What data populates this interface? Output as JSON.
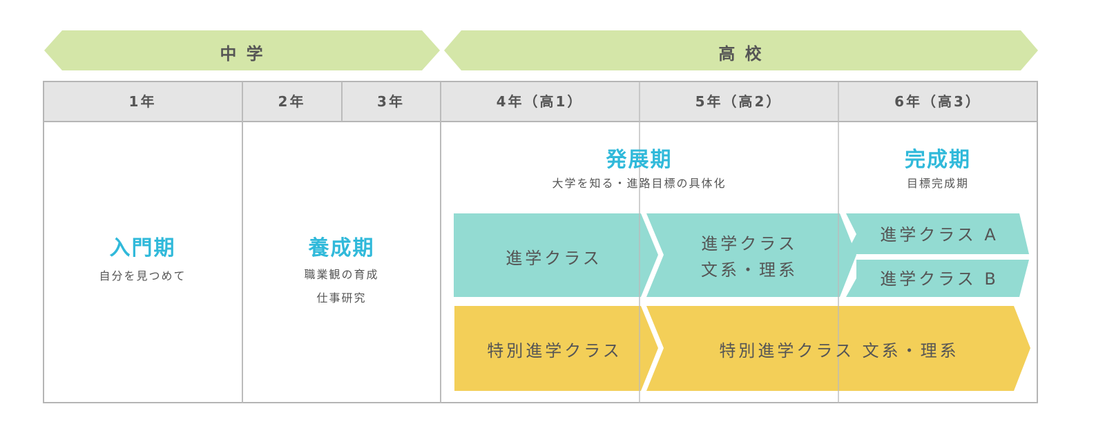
{
  "banners": {
    "junior": "中 学",
    "senior": "高 校"
  },
  "years": [
    "1年",
    "2年",
    "3年",
    "4年（高1）",
    "5年（高2）",
    "6年（高3）"
  ],
  "phases": {
    "entry": {
      "title": "入門期",
      "sub": "自分を見つめて"
    },
    "cultivation": {
      "title": "養成期",
      "sub1": "職業観の育成",
      "sub2": "仕事研究"
    },
    "development": {
      "title": "発展期",
      "sub": "大学を知る・進路目標の具体化"
    },
    "completion": {
      "title": "完成期",
      "sub": "目標完成期"
    }
  },
  "classes": {
    "advanced": "進学クラス",
    "advanced_split_1": "進学クラス",
    "advanced_split_2": "文系・理系",
    "advanced_a": "進学クラス A",
    "advanced_b": "進学クラス B",
    "special": "特別進学クラス",
    "special_split": "特別進学クラス 文系・理系"
  },
  "colors": {
    "banner": "#d4e6a8",
    "header": "#e5e5e5",
    "teal": "#93dbd2",
    "yellow": "#f3cf58",
    "phase": "#30b9da"
  }
}
